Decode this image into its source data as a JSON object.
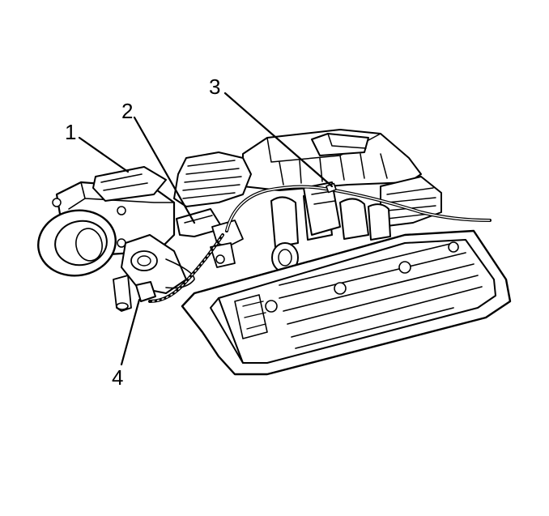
{
  "diagram": {
    "callouts": [
      {
        "id": "callout-1",
        "label": "1"
      },
      {
        "id": "callout-2",
        "label": "2"
      },
      {
        "id": "callout-3",
        "label": "3"
      },
      {
        "id": "callout-4",
        "label": "4"
      }
    ]
  }
}
